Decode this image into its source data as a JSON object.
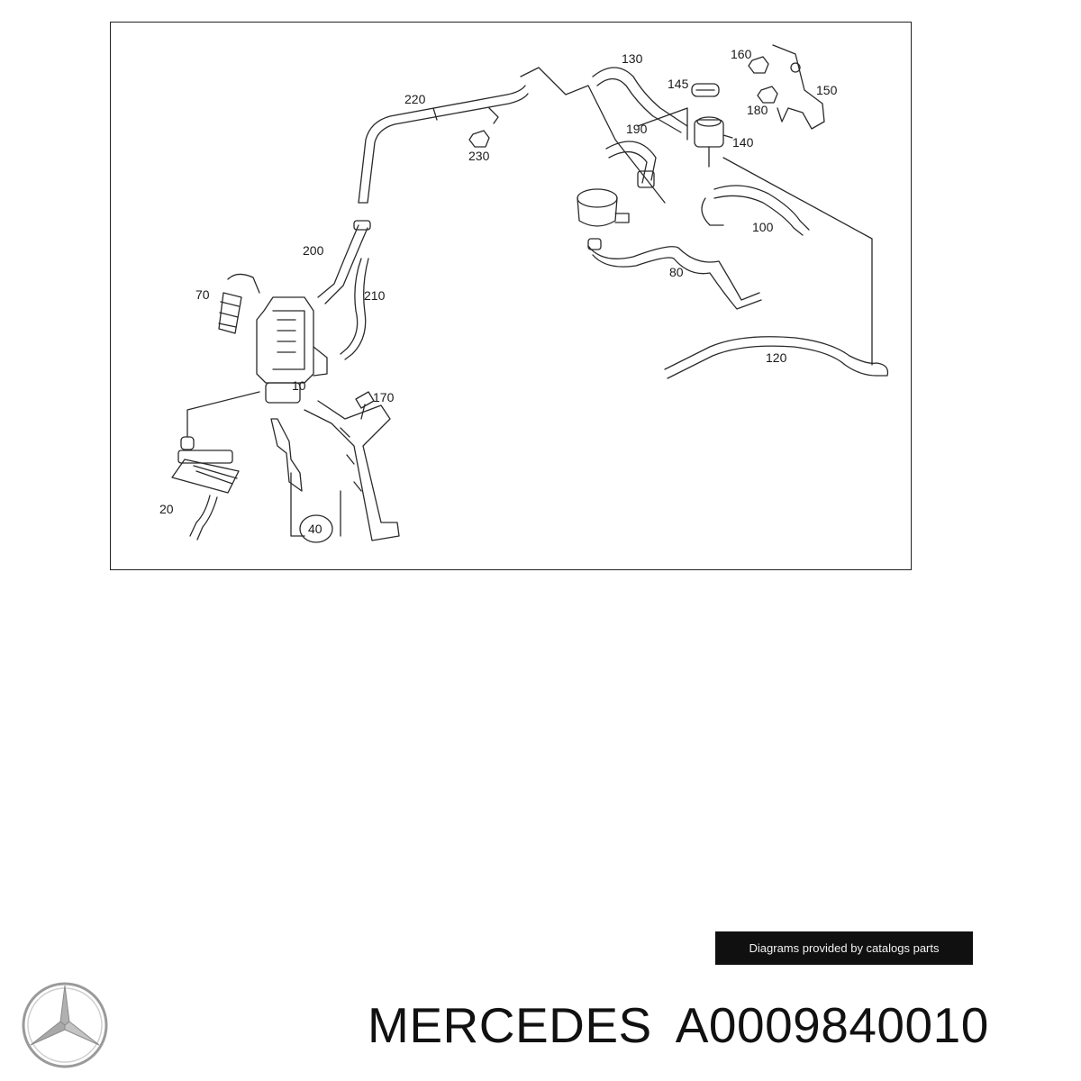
{
  "diagram": {
    "callouts": {
      "c10": "10",
      "c20": "20",
      "c40": "40",
      "c70": "70",
      "c80": "80",
      "c100": "100",
      "c120": "120",
      "c130": "130",
      "c140": "140",
      "c145": "145",
      "c150": "150",
      "c160": "160",
      "c170": "170",
      "c180": "180",
      "c190": "190",
      "c200": "200",
      "c210": "210",
      "c220": "220",
      "c230": "230"
    }
  },
  "credit_banner": {
    "text": "Diagrams provided by catalogs parts"
  },
  "footer": {
    "brand": "MERCEDES",
    "part_number": "A0009840010"
  },
  "logo": {
    "name": "mercedes-star-logo"
  }
}
